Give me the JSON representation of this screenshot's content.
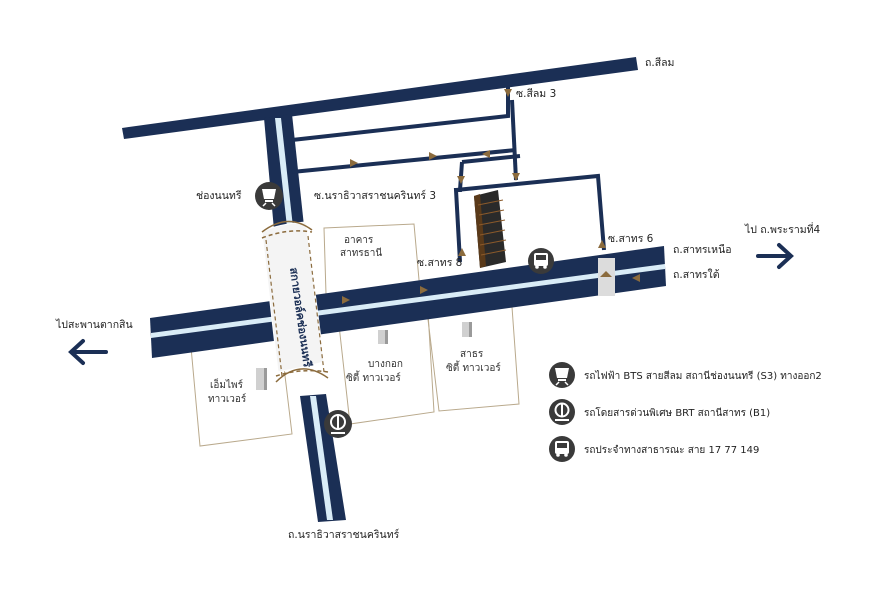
{
  "roads": {
    "silom": "ถ.สีลม",
    "soi_silom_3": "ซ.สีลม 3",
    "soi_narathiwat_3": "ซ.นราธิวาสราชนครินทร์ 3",
    "sathorn_nuea": "ถ.สาทรเหนือ",
    "sathorn_tai": "ถ.สาทรใต้",
    "soi_sathorn_8": "ซ.สาทร 8",
    "soi_sathorn_6": "ซ.สาทร 6",
    "narathiwat": "ถ.นราธิวาสราชนครินทร์"
  },
  "directions": {
    "to_rama4": "ไป ถ.พระรามที่4",
    "to_taksin": "ไปสะพานตากสิน"
  },
  "places": {
    "chong_nonsi": "ช่องนนทรี",
    "sathorn_thani": [
      "อาคาร",
      "สาทรธานี"
    ],
    "bangkok_city_tower": [
      "บางกอก",
      "ซิตี้ ทาวเวอร์"
    ],
    "sathorn_city_tower": [
      "สาธร",
      "ซิตี้ ทาวเวอร์"
    ],
    "empire_tower": [
      "เอ็มไพร์",
      "ทาวเวอร์"
    ],
    "skywalk": "สกายวอล์คช่องนนทรี"
  },
  "legend": {
    "bts": "รถไฟฟ้า BTS สายสีลม สถานีช่องนนทรี (S3) ทางออก2",
    "brt": "รถโดยสารด่วนพิเศษ BRT สถานีสาทร (B1)",
    "bus": "รถประจำทางสาธารณะ สาย 17 77 149"
  },
  "colors": {
    "road": "#1b2f55",
    "road_highlight": "#d9ecf7",
    "arrow": "#8b6b3d",
    "building_outline": "#b9a98c",
    "icon_bg": "#3a3a3a"
  },
  "icons": {
    "bts": "bts-train-icon",
    "brt": "brt-bus-icon",
    "bus": "bus-icon",
    "arrow_left": "arrow-left-icon",
    "arrow_right": "arrow-right-icon"
  }
}
